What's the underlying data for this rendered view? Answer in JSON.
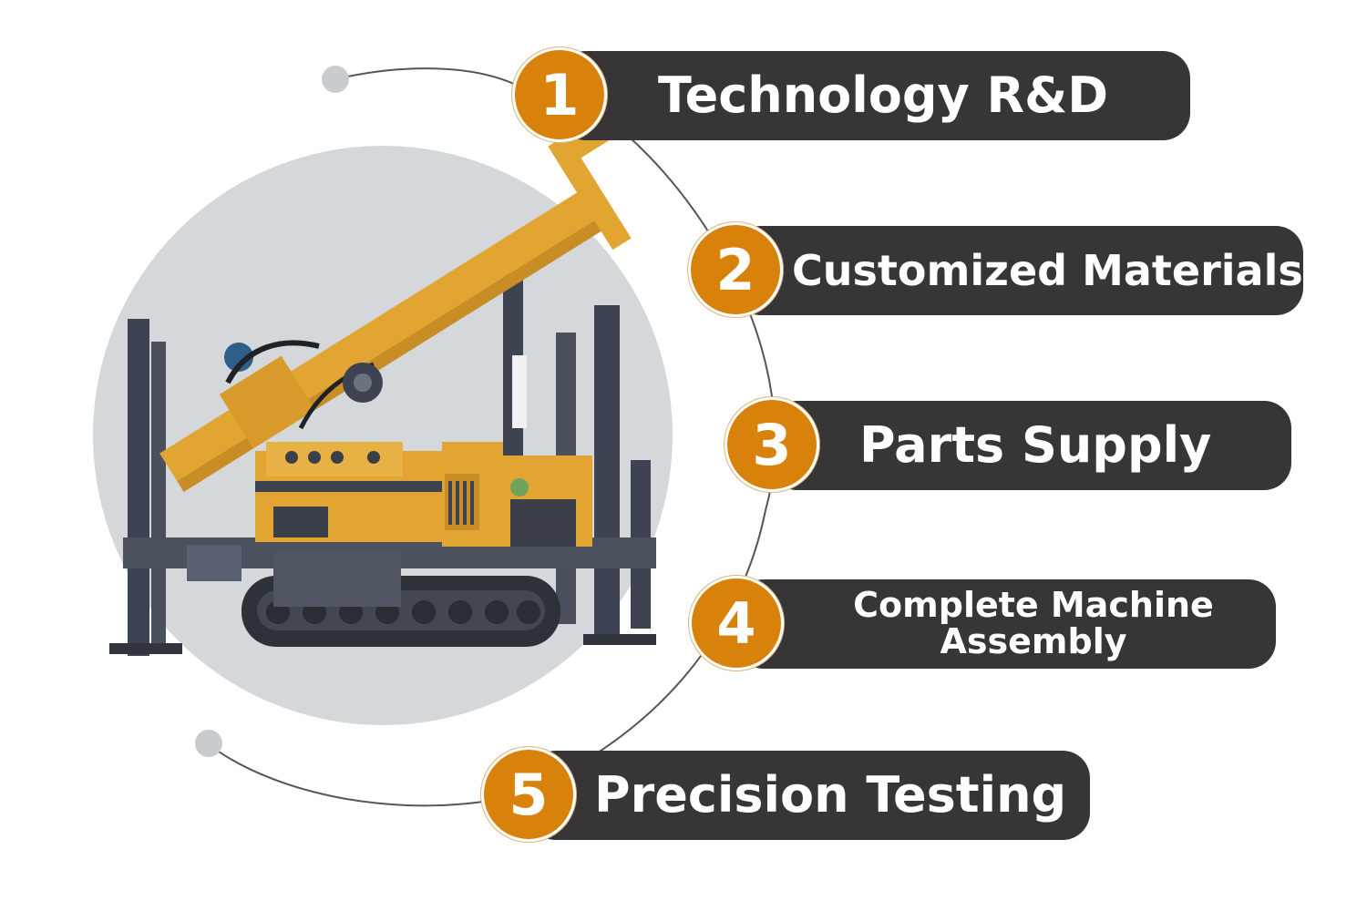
{
  "steps": [
    {
      "number": "1",
      "label": "Technology R&D"
    },
    {
      "number": "2",
      "label": "Customized Materials"
    },
    {
      "number": "3",
      "label": "Parts Supply"
    },
    {
      "number": "4",
      "label": "Complete Machine Assembly"
    },
    {
      "number": "5",
      "label": "Precision Testing"
    }
  ],
  "colors": {
    "badge": "#d8810b",
    "pill": "#373536",
    "backdrop_circle": "#d4d8da",
    "machine_body": "#e2a532",
    "machine_frame": "#3d4350"
  },
  "illustration": {
    "subject": "crawler-mounted water well drilling rig"
  }
}
